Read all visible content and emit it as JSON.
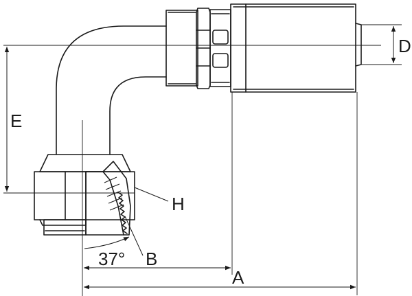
{
  "diagram": {
    "labels": {
      "a": "A",
      "b": "B",
      "d": "D",
      "e": "E",
      "h": "H",
      "angle": "37°"
    },
    "colors": {
      "ink": "#1a1a1a",
      "paper": "#ffffff"
    }
  }
}
